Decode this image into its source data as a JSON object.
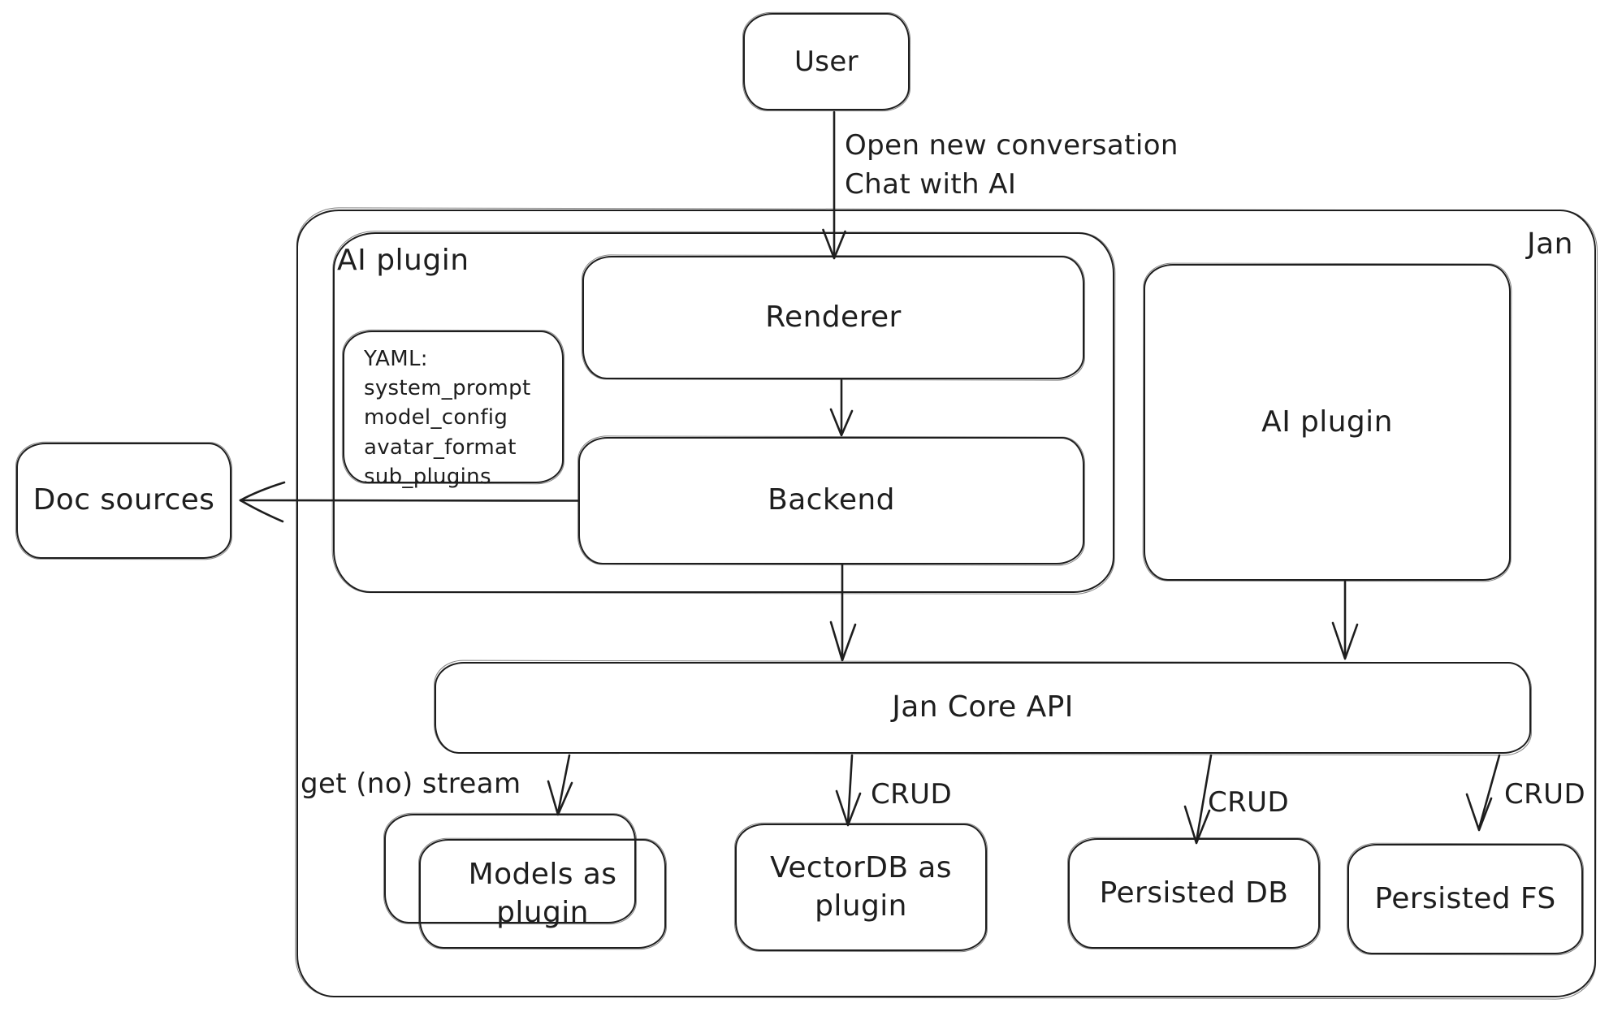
{
  "diagram": {
    "container_label": "Jan",
    "nodes": {
      "user": "User",
      "ai_plugin_left": "AI plugin",
      "renderer": "Renderer",
      "backend": "Backend",
      "ai_plugin_right": "AI plugin",
      "doc_sources": "Doc sources",
      "jan_core_api": "Jan Core API",
      "models": "Models as plugin",
      "vectordb": "VectorDB as plugin",
      "persisted_db": "Persisted DB",
      "persisted_fs": "Persisted FS"
    },
    "yaml_note": {
      "lines": [
        "YAML:",
        "system_prompt",
        "model_config",
        "avatar_format",
        "sub_plugins"
      ]
    },
    "edge_labels": {
      "user_flow_line1": "Open new conversation",
      "user_flow_line2": "Chat with AI",
      "models_stream": "get (no) stream",
      "crud_vectordb": "CRUD",
      "crud_persisted_db": "CRUD",
      "crud_persisted_fs": "CRUD"
    },
    "colors": {
      "stroke": "#1e1e1e",
      "background": "#ffffff"
    }
  }
}
